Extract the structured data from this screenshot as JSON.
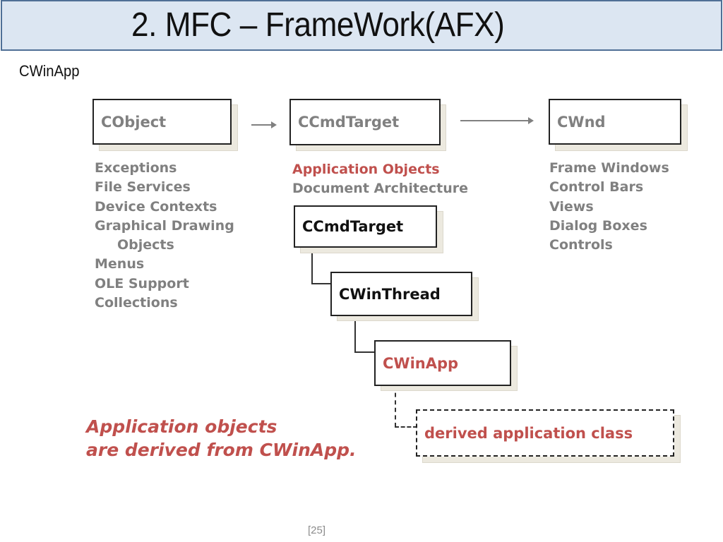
{
  "slide": {
    "title": "2. MFC – FrameWork(AFX)",
    "subtitle": "CWinApp",
    "page_number": "[25]"
  },
  "top_row": {
    "boxes": [
      {
        "label": "CObject"
      },
      {
        "label": "CCmdTarget"
      },
      {
        "label": "CWnd"
      }
    ],
    "cobject_list": [
      "Exceptions",
      "File Services",
      "Device Contexts",
      "Graphical Drawing",
      "Objects",
      "Menus",
      "OLE Support",
      "Collections"
    ],
    "ccmdtarget_list": [
      "Application Objects",
      "Document Architecture"
    ],
    "cwnd_list": [
      "Frame Windows",
      "Control Bars",
      "Views",
      "Dialog Boxes",
      "Controls"
    ]
  },
  "hierarchy": {
    "nodes": [
      {
        "label": "CCmdTarget"
      },
      {
        "label": "CWinThread"
      },
      {
        "label": "CWinApp"
      },
      {
        "label": "derived application class"
      }
    ]
  },
  "note": {
    "line1": "Application objects",
    "line2": "are derived from CWinApp."
  },
  "colors": {
    "accent_red": "#c0504d",
    "muted_gray": "#808080",
    "title_bg": "#dce6f2",
    "title_border": "#4f6f96"
  }
}
